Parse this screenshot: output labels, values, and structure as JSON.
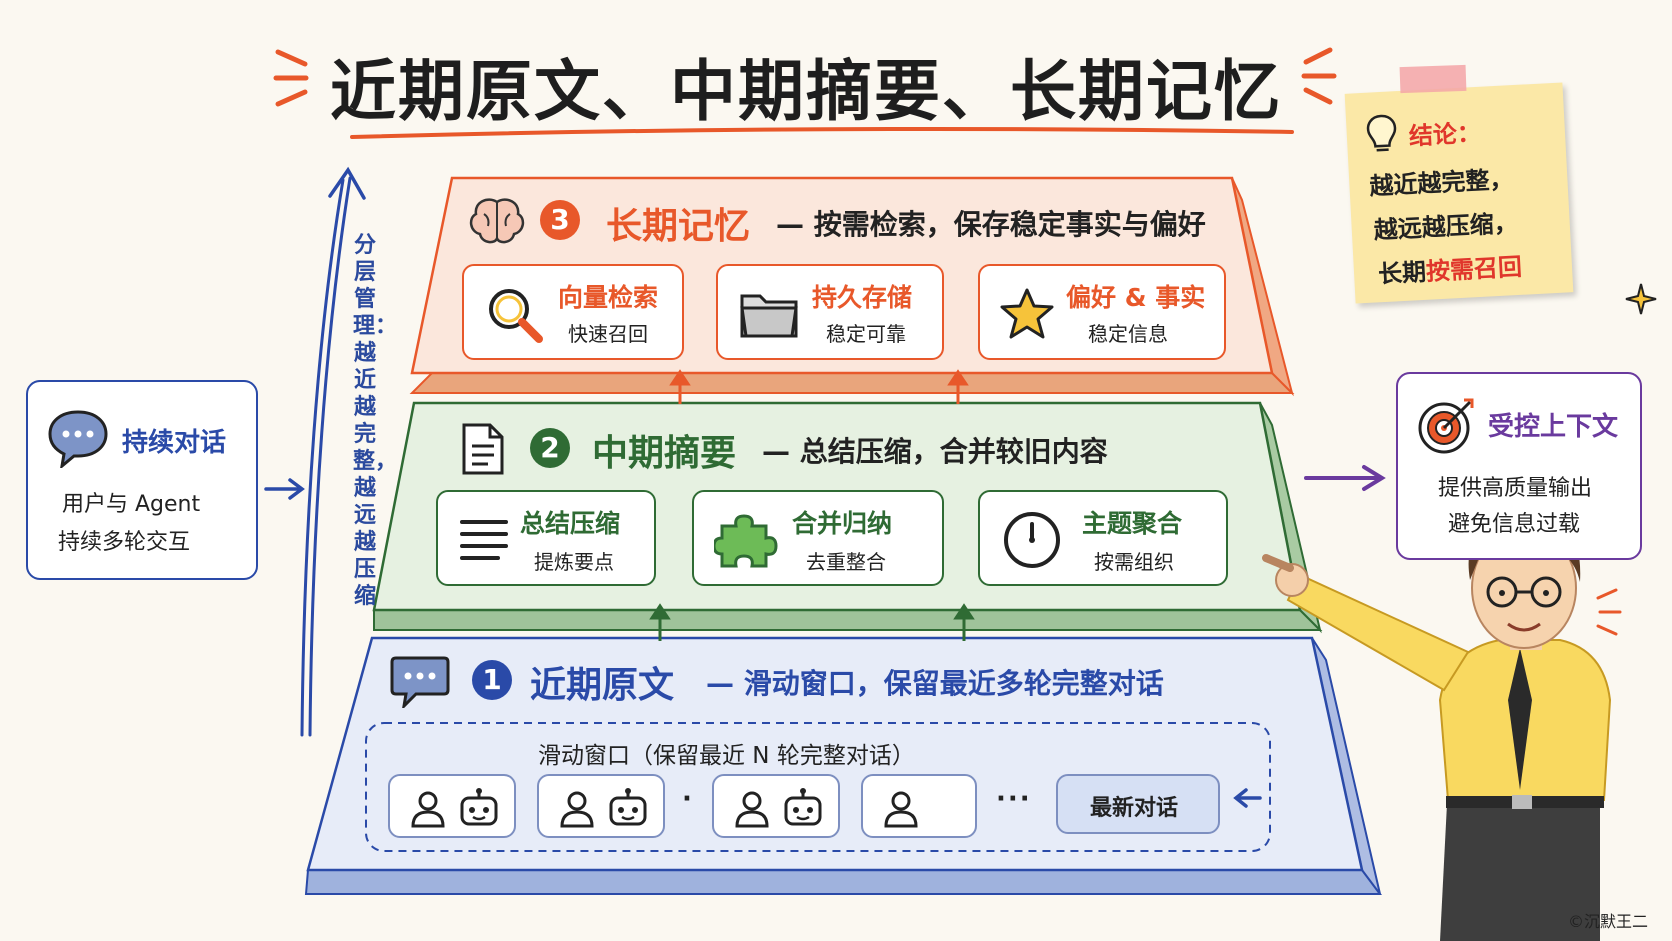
{
  "title": "近期原文、中期摘要、长期记忆",
  "left_box": {
    "title": "持续对话",
    "line1": "用户与 Agent",
    "line2": "持续多轮交互"
  },
  "vertical_label": "分层管理：越近越完整，越远越压缩",
  "layer3": {
    "number": "3",
    "title": "长期记忆",
    "desc": "— 按需检索，保存稳定事实与偏好",
    "cards": [
      {
        "title": "向量检索",
        "sub": "快速召回"
      },
      {
        "title": "持久存储",
        "sub": "稳定可靠"
      },
      {
        "title": "偏好 & 事实",
        "sub": "稳定信息"
      }
    ]
  },
  "layer2": {
    "number": "2",
    "title": "中期摘要",
    "desc": "— 总结压缩，合并较旧内容",
    "cards": [
      {
        "title": "总结压缩",
        "sub": "提炼要点"
      },
      {
        "title": "合并归纳",
        "sub": "去重整合"
      },
      {
        "title": "主题聚合",
        "sub": "按需组织"
      }
    ]
  },
  "layer1": {
    "number": "1",
    "title": "近期原文",
    "desc": "— 滑动窗口，保留最近多轮完整对话",
    "window_label": "滑动窗口（保留最近 N 轮完整对话）",
    "ellipsis": "···",
    "dot": "·",
    "latest": "最新对话"
  },
  "right_box": {
    "title": "受控上下文",
    "line1": "提供高质量输出",
    "line2": "避免信息过载"
  },
  "note": {
    "heading": "结论：",
    "line1": "越近越完整，",
    "line2": "越远越压缩，",
    "line3_prefix": "长期",
    "line3_highlight": "按需召回"
  },
  "copyright": "©沉默王二",
  "colors": {
    "orange": "#e8582a",
    "green": "#2f6b34",
    "blue": "#2a4aa8",
    "purple": "#6a3a9e",
    "note_red": "#e0362b"
  },
  "icons": [
    "brain-icon",
    "magnifier-icon",
    "folder-icon",
    "star-icon",
    "document-icon",
    "list-icon",
    "puzzle-icon",
    "clock-icon",
    "chat-bubble-icon",
    "user-icon",
    "robot-icon",
    "target-icon",
    "lightbulb-icon",
    "sparkle-icon",
    "arrow-icon"
  ]
}
